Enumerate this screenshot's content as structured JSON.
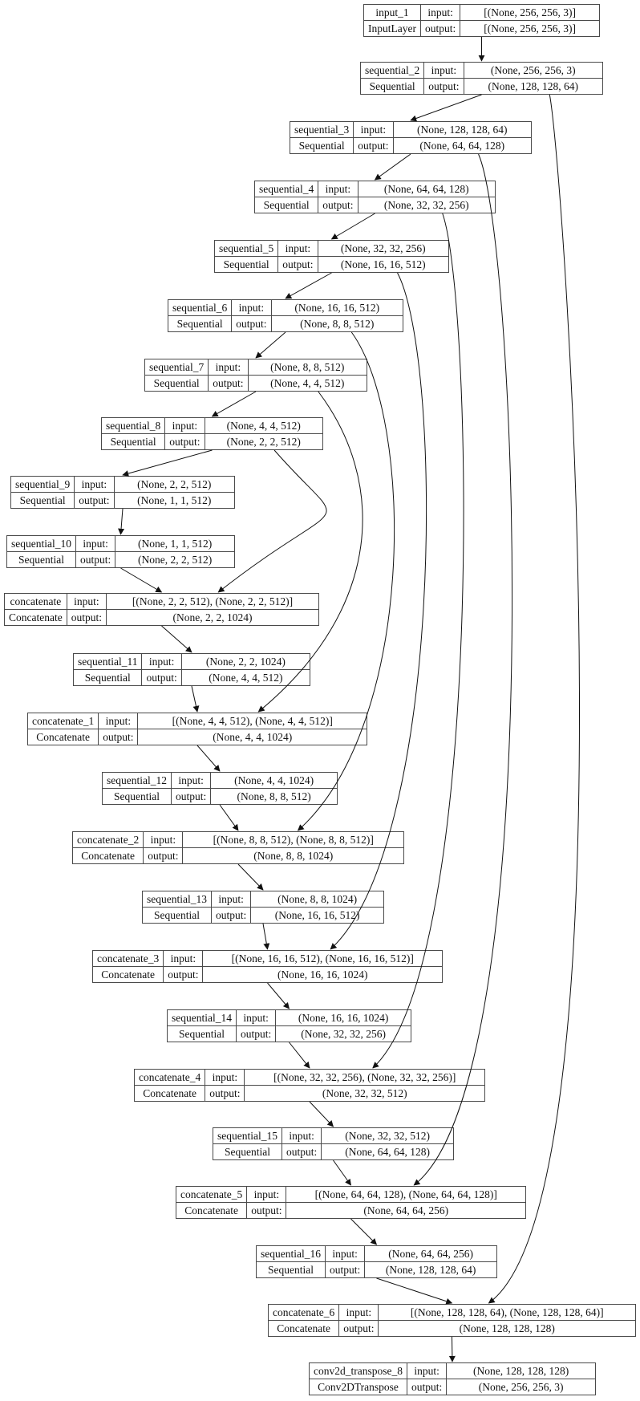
{
  "diagram": {
    "kind": "keras-model-plot",
    "labels": {
      "input": "input:",
      "output": "output:"
    },
    "nodes": [
      {
        "id": "input_1",
        "name": "input_1",
        "type": "InputLayer",
        "input_shape": "[(None, 256, 256, 3)]",
        "output_shape": "[(None, 256, 256, 3)]"
      },
      {
        "id": "sequential_2",
        "name": "sequential_2",
        "type": "Sequential",
        "input_shape": "(None, 256, 256, 3)",
        "output_shape": "(None, 128, 128, 64)"
      },
      {
        "id": "sequential_3",
        "name": "sequential_3",
        "type": "Sequential",
        "input_shape": "(None, 128, 128, 64)",
        "output_shape": "(None, 64, 64, 128)"
      },
      {
        "id": "sequential_4",
        "name": "sequential_4",
        "type": "Sequential",
        "input_shape": "(None, 64, 64, 128)",
        "output_shape": "(None, 32, 32, 256)"
      },
      {
        "id": "sequential_5",
        "name": "sequential_5",
        "type": "Sequential",
        "input_shape": "(None, 32, 32, 256)",
        "output_shape": "(None, 16, 16, 512)"
      },
      {
        "id": "sequential_6",
        "name": "sequential_6",
        "type": "Sequential",
        "input_shape": "(None, 16, 16, 512)",
        "output_shape": "(None, 8, 8, 512)"
      },
      {
        "id": "sequential_7",
        "name": "sequential_7",
        "type": "Sequential",
        "input_shape": "(None, 8, 8, 512)",
        "output_shape": "(None, 4, 4, 512)"
      },
      {
        "id": "sequential_8",
        "name": "sequential_8",
        "type": "Sequential",
        "input_shape": "(None, 4, 4, 512)",
        "output_shape": "(None, 2, 2, 512)"
      },
      {
        "id": "sequential_9",
        "name": "sequential_9",
        "type": "Sequential",
        "input_shape": "(None, 2, 2, 512)",
        "output_shape": "(None, 1, 1, 512)"
      },
      {
        "id": "sequential_10",
        "name": "sequential_10",
        "type": "Sequential",
        "input_shape": "(None, 1, 1, 512)",
        "output_shape": "(None, 2, 2, 512)"
      },
      {
        "id": "concatenate",
        "name": "concatenate",
        "type": "Concatenate",
        "input_shape": "[(None, 2, 2, 512), (None, 2, 2, 512)]",
        "output_shape": "(None, 2, 2, 1024)"
      },
      {
        "id": "sequential_11",
        "name": "sequential_11",
        "type": "Sequential",
        "input_shape": "(None, 2, 2, 1024)",
        "output_shape": "(None, 4, 4, 512)"
      },
      {
        "id": "concatenate_1",
        "name": "concatenate_1",
        "type": "Concatenate",
        "input_shape": "[(None, 4, 4, 512), (None, 4, 4, 512)]",
        "output_shape": "(None, 4, 4, 1024)"
      },
      {
        "id": "sequential_12",
        "name": "sequential_12",
        "type": "Sequential",
        "input_shape": "(None, 4, 4, 1024)",
        "output_shape": "(None, 8, 8, 512)"
      },
      {
        "id": "concatenate_2",
        "name": "concatenate_2",
        "type": "Concatenate",
        "input_shape": "[(None, 8, 8, 512), (None, 8, 8, 512)]",
        "output_shape": "(None, 8, 8, 1024)"
      },
      {
        "id": "sequential_13",
        "name": "sequential_13",
        "type": "Sequential",
        "input_shape": "(None, 8, 8, 1024)",
        "output_shape": "(None, 16, 16, 512)"
      },
      {
        "id": "concatenate_3",
        "name": "concatenate_3",
        "type": "Concatenate",
        "input_shape": "[(None, 16, 16, 512), (None, 16, 16, 512)]",
        "output_shape": "(None, 16, 16, 1024)"
      },
      {
        "id": "sequential_14",
        "name": "sequential_14",
        "type": "Sequential",
        "input_shape": "(None, 16, 16, 1024)",
        "output_shape": "(None, 32, 32, 256)"
      },
      {
        "id": "concatenate_4",
        "name": "concatenate_4",
        "type": "Concatenate",
        "input_shape": "[(None, 32, 32, 256), (None, 32, 32, 256)]",
        "output_shape": "(None, 32, 32, 512)"
      },
      {
        "id": "sequential_15",
        "name": "sequential_15",
        "type": "Sequential",
        "input_shape": "(None, 32, 32, 512)",
        "output_shape": "(None, 64, 64, 128)"
      },
      {
        "id": "concatenate_5",
        "name": "concatenate_5",
        "type": "Concatenate",
        "input_shape": "[(None, 64, 64, 128), (None, 64, 64, 128)]",
        "output_shape": "(None, 64, 64, 256)"
      },
      {
        "id": "sequential_16",
        "name": "sequential_16",
        "type": "Sequential",
        "input_shape": "(None, 64, 64, 256)",
        "output_shape": "(None, 128, 128, 64)"
      },
      {
        "id": "concatenate_6",
        "name": "concatenate_6",
        "type": "Concatenate",
        "input_shape": "[(None, 128, 128, 64), (None, 128, 128, 64)]",
        "output_shape": "(None, 128, 128, 128)"
      },
      {
        "id": "conv2d_transpose_8",
        "name": "conv2d_transpose_8",
        "type": "Conv2DTranspose",
        "input_shape": "(None, 128, 128, 128)",
        "output_shape": "(None, 256, 256, 3)"
      }
    ],
    "edges": [
      {
        "from": "input_1",
        "to": "sequential_2",
        "kind": "chain"
      },
      {
        "from": "sequential_2",
        "to": "sequential_3",
        "kind": "chain"
      },
      {
        "from": "sequential_3",
        "to": "sequential_4",
        "kind": "chain"
      },
      {
        "from": "sequential_4",
        "to": "sequential_5",
        "kind": "chain"
      },
      {
        "from": "sequential_5",
        "to": "sequential_6",
        "kind": "chain"
      },
      {
        "from": "sequential_6",
        "to": "sequential_7",
        "kind": "chain"
      },
      {
        "from": "sequential_7",
        "to": "sequential_8",
        "kind": "chain"
      },
      {
        "from": "sequential_8",
        "to": "sequential_9",
        "kind": "chain"
      },
      {
        "from": "sequential_9",
        "to": "sequential_10",
        "kind": "chain"
      },
      {
        "from": "sequential_10",
        "to": "concatenate",
        "kind": "chain"
      },
      {
        "from": "concatenate",
        "to": "sequential_11",
        "kind": "chain"
      },
      {
        "from": "sequential_11",
        "to": "concatenate_1",
        "kind": "chain"
      },
      {
        "from": "concatenate_1",
        "to": "sequential_12",
        "kind": "chain"
      },
      {
        "from": "sequential_12",
        "to": "concatenate_2",
        "kind": "chain"
      },
      {
        "from": "concatenate_2",
        "to": "sequential_13",
        "kind": "chain"
      },
      {
        "from": "sequential_13",
        "to": "concatenate_3",
        "kind": "chain"
      },
      {
        "from": "concatenate_3",
        "to": "sequential_14",
        "kind": "chain"
      },
      {
        "from": "sequential_14",
        "to": "concatenate_4",
        "kind": "chain"
      },
      {
        "from": "concatenate_4",
        "to": "sequential_15",
        "kind": "chain"
      },
      {
        "from": "sequential_15",
        "to": "concatenate_5",
        "kind": "chain"
      },
      {
        "from": "concatenate_5",
        "to": "sequential_16",
        "kind": "chain"
      },
      {
        "from": "sequential_16",
        "to": "concatenate_6",
        "kind": "chain"
      },
      {
        "from": "concatenate_6",
        "to": "conv2d_transpose_8",
        "kind": "chain"
      },
      {
        "from": "sequential_8",
        "to": "concatenate",
        "kind": "skip"
      },
      {
        "from": "sequential_7",
        "to": "concatenate_1",
        "kind": "skip"
      },
      {
        "from": "sequential_6",
        "to": "concatenate_2",
        "kind": "skip"
      },
      {
        "from": "sequential_5",
        "to": "concatenate_3",
        "kind": "skip"
      },
      {
        "from": "sequential_4",
        "to": "concatenate_4",
        "kind": "skip"
      },
      {
        "from": "sequential_3",
        "to": "concatenate_5",
        "kind": "skip"
      },
      {
        "from": "sequential_2",
        "to": "concatenate_6",
        "kind": "skip"
      }
    ]
  }
}
